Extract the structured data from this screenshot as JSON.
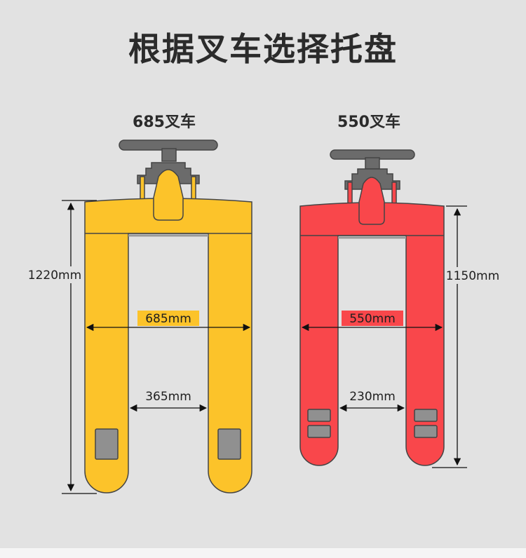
{
  "page": {
    "title": "根据叉车选择托盘"
  },
  "left_truck": {
    "name": "685叉车",
    "color": "#fcc32a",
    "length_label": "1220mm",
    "outer_width_label": "685mm",
    "inner_width_label": "365mm"
  },
  "right_truck": {
    "name": "550叉车",
    "color": "#f9474b",
    "length_label": "1150mm",
    "outer_width_label": "550mm",
    "inner_width_label": "230mm"
  },
  "colors": {
    "background": "#e2e2e2",
    "handle_gray": "#6b6b6b",
    "outline": "#444444",
    "pad_gray": "#909090"
  }
}
